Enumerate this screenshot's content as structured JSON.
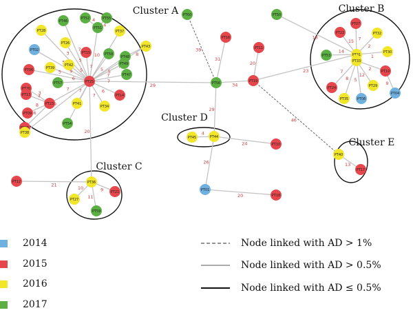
{
  "colors": {
    "y2014": "#6fb0df",
    "y2015": "#e5474c",
    "y2016": "#f2e62a",
    "y2017": "#5cb043",
    "edge": "#bfbfbf",
    "edge_label": "#d33a3a"
  },
  "clusters": [
    {
      "id": "A",
      "label": "Cluster A"
    },
    {
      "id": "B",
      "label": "Cluster B"
    },
    {
      "id": "C",
      "label": "Cluster C"
    },
    {
      "id": "D",
      "label": "Cluster D"
    },
    {
      "id": "E",
      "label": "Cluster E"
    }
  ],
  "nodes": [
    {
      "id": "PT02",
      "year": 2014
    },
    {
      "id": "PT04",
      "year": 2014
    },
    {
      "id": "PT08",
      "year": 2014
    },
    {
      "id": "PT01",
      "year": 2014
    },
    {
      "id": "PT06",
      "year": 2015
    },
    {
      "id": "PT20",
      "year": 2015
    },
    {
      "id": "PT13",
      "year": 2015
    },
    {
      "id": "PT23",
      "year": 2015
    },
    {
      "id": "PT25",
      "year": 2015
    },
    {
      "id": "PT15",
      "year": 2015
    },
    {
      "id": "PT05",
      "year": 2015
    },
    {
      "id": "PT09",
      "year": 2015
    },
    {
      "id": "PT14",
      "year": 2015
    },
    {
      "id": "PT16",
      "year": 2015
    },
    {
      "id": "PT11",
      "year": 2015
    },
    {
      "id": "PT19",
      "year": 2015
    },
    {
      "id": "PT07",
      "year": 2015
    },
    {
      "id": "PT22",
      "year": 2015
    },
    {
      "id": "PT24",
      "year": 2015
    },
    {
      "id": "PT10",
      "year": 2015
    },
    {
      "id": "PT12",
      "year": 2015
    },
    {
      "id": "PT21",
      "year": 2015
    },
    {
      "id": "PT18",
      "year": 2015
    },
    {
      "id": "PT17",
      "year": 2015
    },
    {
      "id": "PT28",
      "year": 2016
    },
    {
      "id": "PT26",
      "year": 2016
    },
    {
      "id": "PT39",
      "year": 2016
    },
    {
      "id": "PT42",
      "year": 2016
    },
    {
      "id": "PT41",
      "year": 2016
    },
    {
      "id": "PT38",
      "year": 2016
    },
    {
      "id": "PT37",
      "year": 2016
    },
    {
      "id": "PT43",
      "year": 2016
    },
    {
      "id": "PT34",
      "year": 2016
    },
    {
      "id": "PT32",
      "year": 2016
    },
    {
      "id": "PT30",
      "year": 2016
    },
    {
      "id": "PT31",
      "year": 2016
    },
    {
      "id": "PT33",
      "year": 2016
    },
    {
      "id": "PT29",
      "year": 2016
    },
    {
      "id": "PT35",
      "year": 2016
    },
    {
      "id": "PT45",
      "year": 2016
    },
    {
      "id": "PT44",
      "year": 2016
    },
    {
      "id": "PT36",
      "year": 2016
    },
    {
      "id": "PT27",
      "year": 2016
    },
    {
      "id": "PT40",
      "year": 2016
    },
    {
      "id": "PT46",
      "year": 2017
    },
    {
      "id": "PT52",
      "year": 2017
    },
    {
      "id": "PT55",
      "year": 2017
    },
    {
      "id": "PT51",
      "year": 2017
    },
    {
      "id": "PT57",
      "year": 2017
    },
    {
      "id": "PT54",
      "year": 2017
    },
    {
      "id": "PT58",
      "year": 2017
    },
    {
      "id": "PT48",
      "year": 2017
    },
    {
      "id": "PT49",
      "year": 2017
    },
    {
      "id": "PT47",
      "year": 2017
    },
    {
      "id": "PT60",
      "year": 2017
    },
    {
      "id": "PT56",
      "year": 2017
    },
    {
      "id": "PT50",
      "year": 2017
    },
    {
      "id": "PT53",
      "year": 2017
    },
    {
      "id": "PT59",
      "year": 2017
    }
  ],
  "edges": [
    {
      "a": "PT25",
      "b": "PT46",
      "label": "7"
    },
    {
      "a": "PT25",
      "b": "PT28",
      "label": "3"
    },
    {
      "a": "PT25",
      "b": "PT26",
      "label": "5"
    },
    {
      "a": "PT25",
      "b": "PT02",
      "label": "5"
    },
    {
      "a": "PT25",
      "b": "PT39",
      "label": "9"
    },
    {
      "a": "PT25",
      "b": "PT06",
      "label": "5"
    },
    {
      "a": "PT25",
      "b": "PT42",
      "label": "5"
    },
    {
      "a": "PT25",
      "b": "PT57",
      "label": "6"
    },
    {
      "a": "PT25",
      "b": "PT23",
      "label": "7"
    },
    {
      "a": "PT25",
      "b": "PT41",
      "label": "7"
    },
    {
      "a": "PT25",
      "b": "PT54",
      "label": "5"
    },
    {
      "a": "PT25",
      "b": "PT38",
      "label": "9"
    },
    {
      "a": "PT25",
      "b": "PT34",
      "label": "7"
    },
    {
      "a": "PT25",
      "b": "PT14",
      "label": "6"
    },
    {
      "a": "PT25",
      "b": "PT47",
      "label": "7"
    },
    {
      "a": "PT25",
      "b": "PT48",
      "label": "5"
    },
    {
      "a": "PT25",
      "b": "PT49",
      "label": "7"
    },
    {
      "a": "PT25",
      "b": "PT58",
      "label": "5"
    },
    {
      "a": "PT25",
      "b": "PT15",
      "label": "7"
    },
    {
      "a": "PT25",
      "b": "PT51",
      "label": "10"
    },
    {
      "a": "PT25",
      "b": "PT43",
      "label": "7"
    },
    {
      "a": "PT25",
      "b": "PT37",
      "label": "4"
    },
    {
      "a": "PT51",
      "b": "PT52",
      "label": "4"
    },
    {
      "a": "PT51",
      "b": "PT55",
      "label": "4"
    },
    {
      "a": "PT48",
      "b": "PT43",
      "label": "8"
    },
    {
      "a": "PT23",
      "b": "PT20",
      "label": "3"
    },
    {
      "a": "PT23",
      "b": "PT13",
      "label": "3"
    },
    {
      "a": "PT23",
      "b": "PT09",
      "label": "8"
    },
    {
      "a": "PT23",
      "b": "PT05",
      "label": "6"
    },
    {
      "a": "PT25",
      "b": "PT56",
      "label": "29"
    },
    {
      "a": "PT25",
      "b": "PT36",
      "label": "20"
    },
    {
      "a": "PT60",
      "b": "PT56",
      "label": "39",
      "dashed": true
    },
    {
      "a": "PT16",
      "b": "PT56",
      "label": "31"
    },
    {
      "a": "PT56",
      "b": "PT19",
      "label": "34"
    },
    {
      "a": "PT11",
      "b": "PT19",
      "label": "20"
    },
    {
      "a": "PT56",
      "b": "PT44",
      "label": "29"
    },
    {
      "a": "PT19",
      "b": "PT31",
      "label": "23"
    },
    {
      "a": "PT19",
      "b": "PT40",
      "label": "46",
      "dashed": true
    },
    {
      "a": "PT50",
      "b": "PT31",
      "label": "18"
    },
    {
      "a": "PT31",
      "b": "PT07",
      "label": "7"
    },
    {
      "a": "PT31",
      "b": "PT22",
      "label": "15"
    },
    {
      "a": "PT31",
      "b": "PT32",
      "label": "2"
    },
    {
      "a": "PT31",
      "b": "PT30",
      "label": "1"
    },
    {
      "a": "PT31",
      "b": "PT53",
      "label": "14"
    },
    {
      "a": "PT31",
      "b": "PT33",
      "label": ""
    },
    {
      "a": "PT33",
      "b": "PT10",
      "label": "2"
    },
    {
      "a": "PT33",
      "b": "PT29",
      "label": "12"
    },
    {
      "a": "PT33",
      "b": "PT24",
      "label": "7"
    },
    {
      "a": "PT33",
      "b": "PT35",
      "label": "8"
    },
    {
      "a": "PT33",
      "b": "PT08",
      "label": "5"
    },
    {
      "a": "PT10",
      "b": "PT04",
      "label": "9"
    },
    {
      "a": "PT44",
      "b": "PT45",
      "label": "4"
    },
    {
      "a": "PT44",
      "b": "PT10",
      "label": "24"
    },
    {
      "a": "PT44",
      "b": "PT01",
      "label": "26"
    },
    {
      "a": "PT01",
      "b": "PT18",
      "label": "20"
    },
    {
      "a": "PT40",
      "b": "PT17",
      "label": "13"
    },
    {
      "a": "PT12",
      "b": "PT36",
      "label": "21"
    },
    {
      "a": "PT36",
      "b": "PT21",
      "label": "9"
    },
    {
      "a": "PT36",
      "b": "PT27",
      "label": "10"
    },
    {
      "a": "PT36",
      "b": "PT59",
      "label": "11"
    }
  ],
  "legend": {
    "years": [
      {
        "label": "2014",
        "color": "#6fb0df"
      },
      {
        "label": "2015",
        "color": "#e5474c"
      },
      {
        "label": "2016",
        "color": "#f2e62a"
      },
      {
        "label": "2017",
        "color": "#5cb043"
      }
    ],
    "lines": [
      {
        "style": "dashed",
        "label": "Node linked with AD > 1%"
      },
      {
        "style": "thin",
        "label": "Node linked with AD > 0.5%"
      },
      {
        "style": "thick",
        "label": "Node linked with AD ≤ 0.5%"
      }
    ]
  }
}
